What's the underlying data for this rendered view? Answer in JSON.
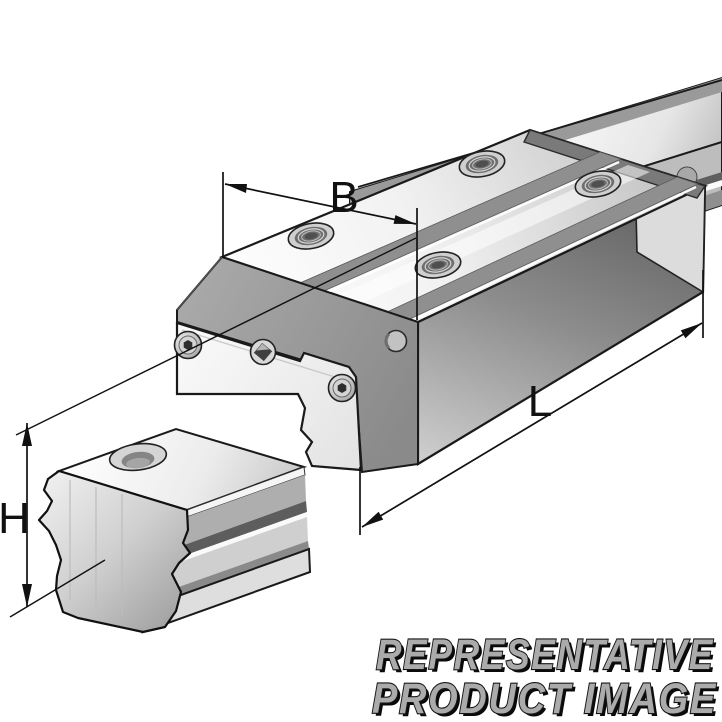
{
  "figure": {
    "kind": "technical product illustration",
    "subject": "linear recirculating ball bearing carriage and guideway rail assembly"
  },
  "dimensions": {
    "width_label": "B",
    "height_label": "H",
    "length_label": "L"
  },
  "watermark": {
    "line1": "REPRESENTATIVE",
    "line2": "PRODUCT IMAGE"
  },
  "colors": {
    "background": "#ffffff",
    "outline": "#111111",
    "steel_light": "#f5f5f5",
    "steel_mid": "#b5b5b5",
    "steel_dark": "#6b6b6b",
    "body_gray": "#949494",
    "watermark_fill": "#ababab",
    "watermark_outline": "#161616"
  }
}
